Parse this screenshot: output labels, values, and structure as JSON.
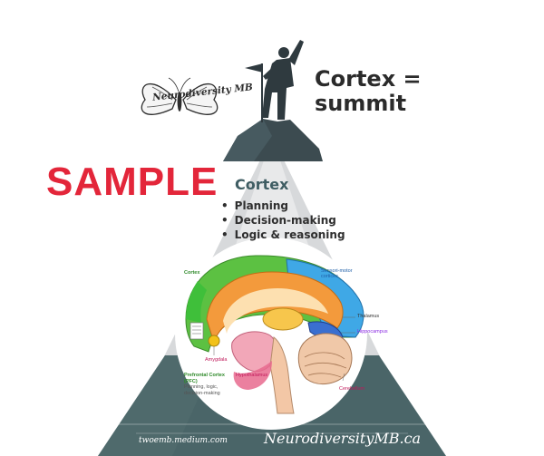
{
  "logo": {
    "text": "Neurodiversity MB"
  },
  "headline": {
    "line1": "Cortex =",
    "line2": "summit"
  },
  "watermark": {
    "text": "SAMPLE"
  },
  "summit_box": {
    "heading": "Cortex",
    "items": [
      "Planning",
      "Decision-making",
      "Logic & reasoning"
    ]
  },
  "brain_labels": {
    "cortex": "Cortex",
    "sensori_motor_1": "Sensori-motor",
    "sensori_motor_2": "cortices",
    "thalamus": "Thalamus",
    "hippocampus": "Hippocampus",
    "amygdala": "Amygdala",
    "pfc_1": "Prefrontal Cortex",
    "pfc_2": "(PFC)",
    "pfc_3": "Planning, logic,",
    "pfc_4": "decision-making",
    "hypothalamus": "Hypothalamus",
    "cerebellum": "Cerebellum"
  },
  "footer": {
    "left": "twoemb.medium.com",
    "right": "NeurodiversityMB.ca"
  },
  "colors": {
    "mountain_band": "#4a6568",
    "mountain_peak": "#3c4b50",
    "slope": "#e8e9ea",
    "sample_red": "#e3263a",
    "heading_teal": "#3f5d63"
  }
}
